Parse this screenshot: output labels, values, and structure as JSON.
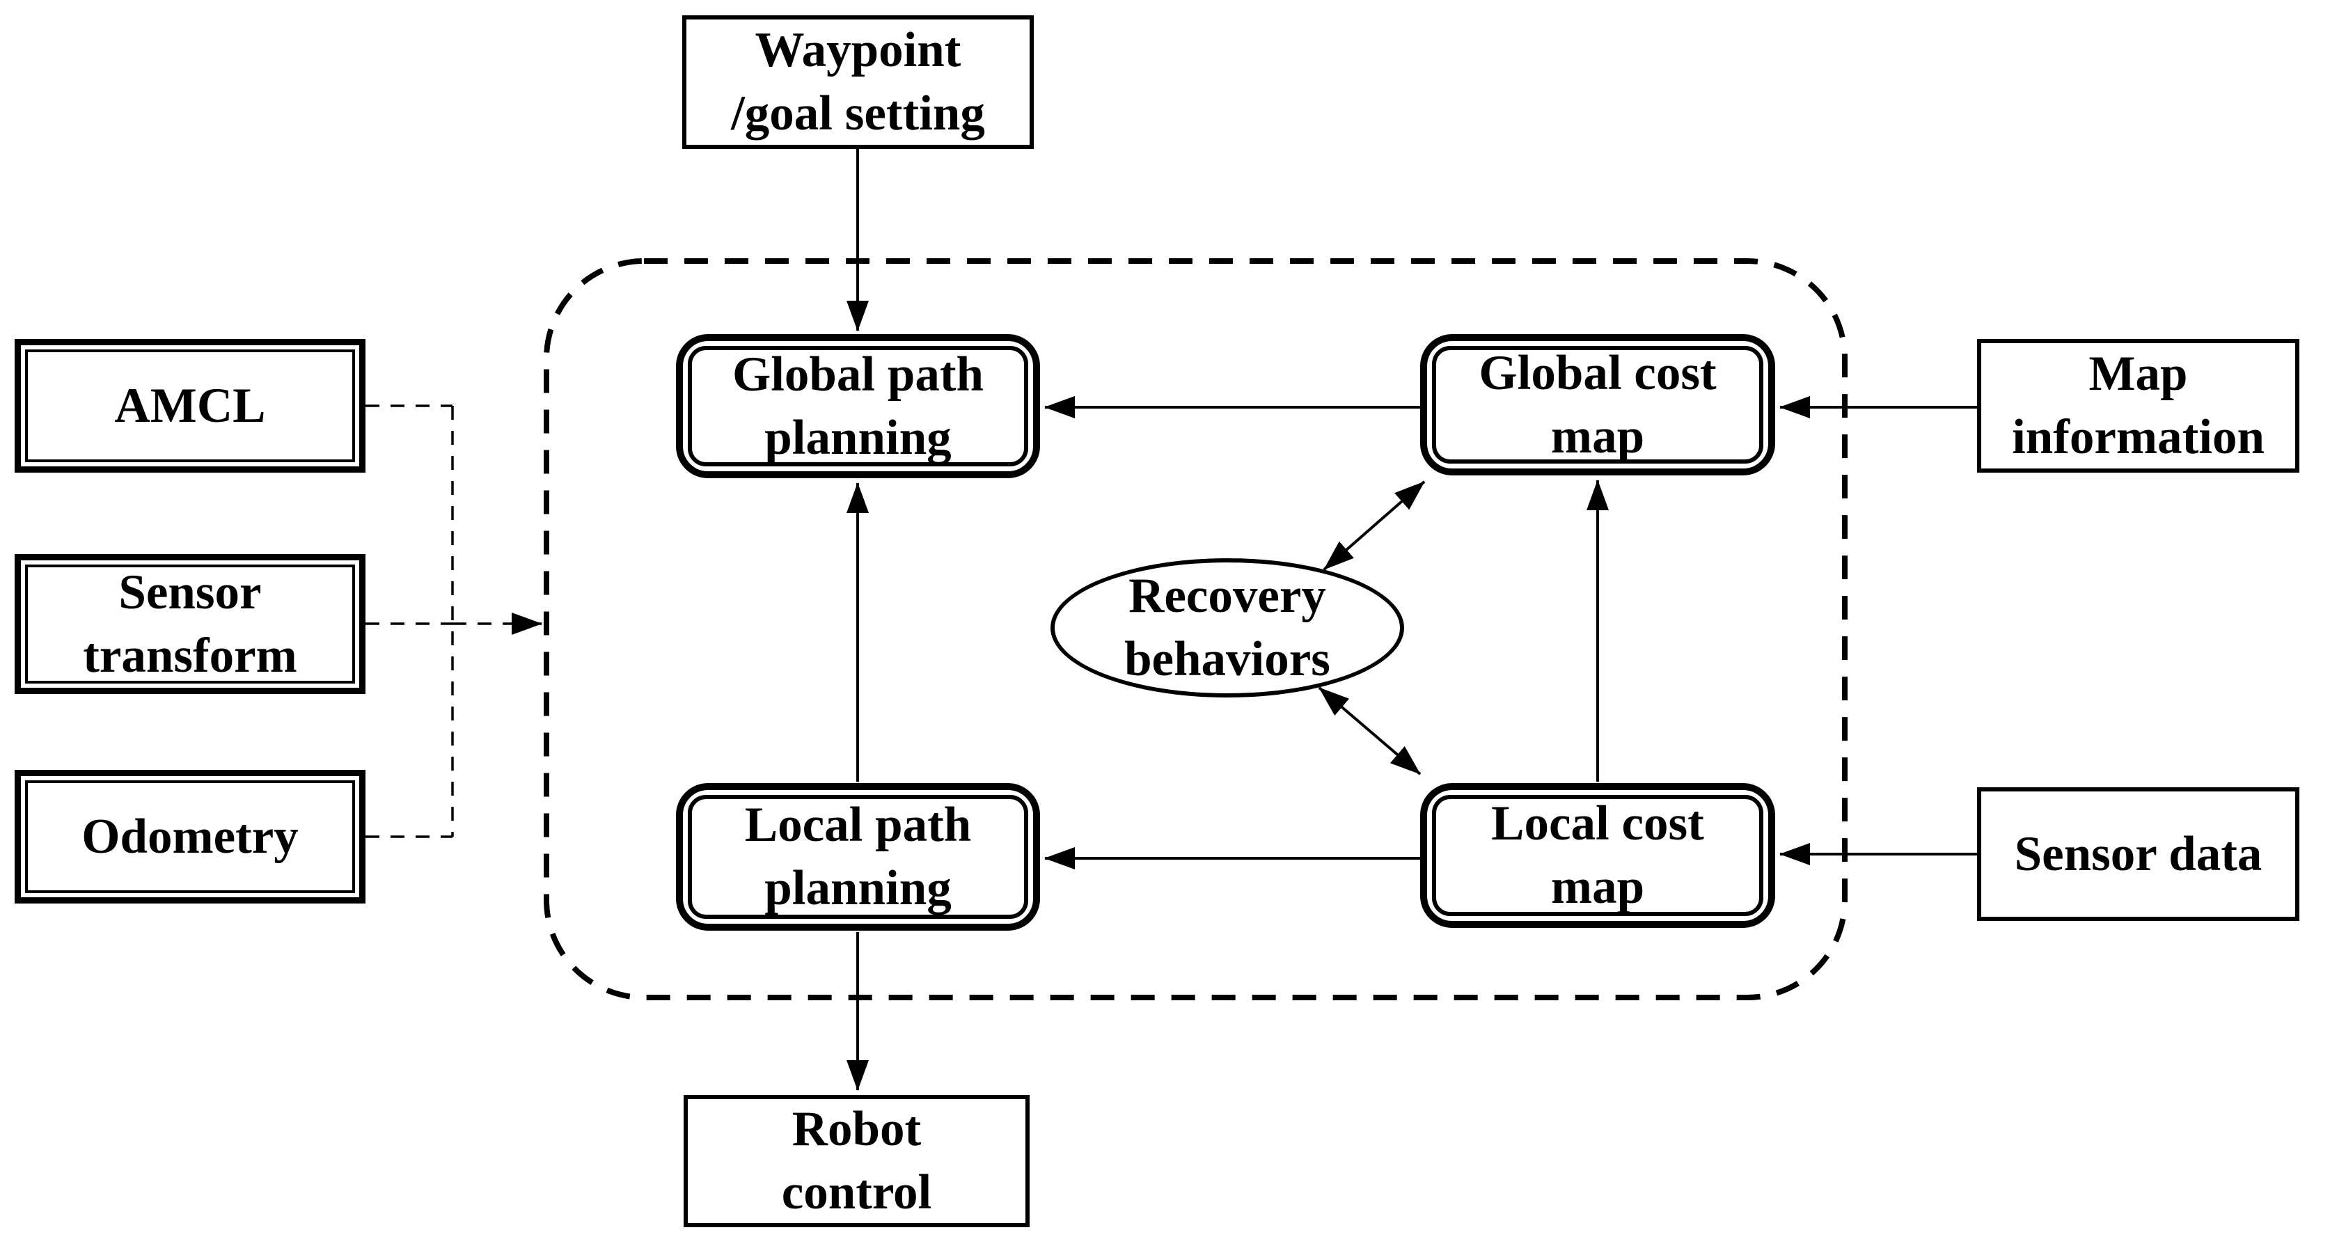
{
  "diagram": {
    "colors": {
      "ink": "#000000",
      "background": "#ffffff"
    },
    "nodes": {
      "waypoint": {
        "label": "Waypoint\n/goal setting",
        "shape": "rectangle"
      },
      "amcl": {
        "label": "AMCL",
        "shape": "double-rectangle"
      },
      "sensor_transform": {
        "label": "Sensor\ntransform",
        "shape": "double-rectangle"
      },
      "odometry": {
        "label": "Odometry",
        "shape": "double-rectangle"
      },
      "global_path": {
        "label": "Global path\nplanning",
        "shape": "double-rounded-rectangle"
      },
      "global_cost": {
        "label": "Global cost\nmap",
        "shape": "double-rounded-rectangle"
      },
      "recovery": {
        "label": "Recovery\nbehaviors",
        "shape": "ellipse"
      },
      "local_path": {
        "label": "Local path\nplanning",
        "shape": "double-rounded-rectangle"
      },
      "local_cost": {
        "label": "Local cost\nmap",
        "shape": "double-rounded-rectangle"
      },
      "map_info": {
        "label": "Map\ninformation",
        "shape": "rectangle"
      },
      "sensor_data": {
        "label": "Sensor data",
        "shape": "rectangle"
      },
      "robot_control": {
        "label": "Robot\ncontrol",
        "shape": "rectangle"
      }
    },
    "container": {
      "style": "dashed-rounded-rectangle"
    },
    "edges": [
      {
        "from": "waypoint",
        "to": "global_path",
        "line": "solid",
        "arrow": "single"
      },
      {
        "from": "global_cost",
        "to": "global_path",
        "line": "solid",
        "arrow": "single"
      },
      {
        "from": "map_info",
        "to": "global_cost",
        "line": "solid",
        "arrow": "single"
      },
      {
        "from": "recovery",
        "to": "global_cost",
        "line": "solid",
        "arrow": "double"
      },
      {
        "from": "recovery",
        "to": "local_cost",
        "line": "solid",
        "arrow": "double"
      },
      {
        "from": "local_cost",
        "to": "local_path",
        "line": "solid",
        "arrow": "single"
      },
      {
        "from": "sensor_data",
        "to": "local_cost",
        "line": "solid",
        "arrow": "single"
      },
      {
        "from": "local_cost",
        "to": "global_cost",
        "line": "solid",
        "arrow": "single"
      },
      {
        "from": "local_path",
        "to": "global_path",
        "line": "solid",
        "arrow": "single"
      },
      {
        "from": "local_path",
        "to": "robot_control",
        "line": "solid",
        "arrow": "single"
      },
      {
        "from": "amcl",
        "to": "container",
        "line": "dashed",
        "arrow": "none"
      },
      {
        "from": "sensor_transform",
        "to": "container",
        "line": "dashed",
        "arrow": "single"
      },
      {
        "from": "odometry",
        "to": "container",
        "line": "dashed",
        "arrow": "none"
      }
    ]
  }
}
